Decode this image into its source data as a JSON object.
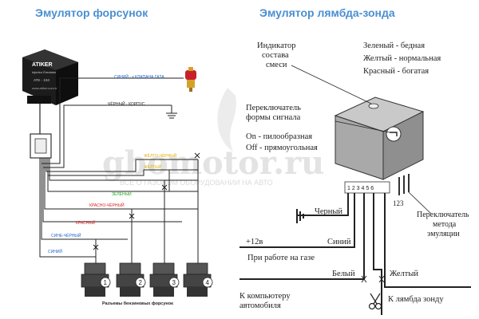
{
  "titles": {
    "left": "Эмулятор форсунок",
    "right": "Эмулятор лямбда-зонда"
  },
  "injector_emulator": {
    "device_brand": "ATIKER",
    "device_text": "Injector Emulator",
    "device_model": "ATK - 104",
    "device_site": "www.atiker.com.tr",
    "wires": {
      "blue_valve": "СИНИЙ - к КЛАПАНА ГАЗА",
      "black_ground": "ЧЁРНЫЙ - КОРПУС",
      "yellow_black": "ЖЁЛТО-ЧЁРНЫЙ",
      "yellow": "ЖЁЛТЫЙ",
      "green": "ЗЕЛЕНЫЙ",
      "red_black": "КРАСНО-ЧЁРНЫЙ",
      "red": "КРАСНЫЙ",
      "blue_black": "СИНЕ-ЧЁРНЫЙ",
      "blue": "СИНИЙ"
    },
    "injector_numbers": [
      "1",
      "2",
      "3",
      "4"
    ],
    "caption": "Разъемы бензиновых форсунок"
  },
  "lambda_emulator": {
    "indicator_label": "Индикатор\nсостава\nсмеси",
    "legend": {
      "green": "Зеленый - бедная",
      "yellow": "Желтый  - нормальная",
      "red": "Красный - богатая"
    },
    "switch_signal_label": "Переключатель\nформы сигнала",
    "on_label": "On - пилообразная",
    "off_label": "Off - прямоугольная",
    "pin_numbers": "1 2 3 4 5 6",
    "mode_numbers": "123",
    "mode_switch_label": "Переключатель\nметода\nэмуляции",
    "black_label": "Черный",
    "plus12_label": "+12в",
    "blue_label": "Синий",
    "gas_label": "При работе на газе",
    "white_label": "Белый",
    "yellow_label": "Желтый",
    "computer_label": "К компьютеру\nавтомобиля",
    "lambda_label": "К лямбда зонду"
  },
  "watermark": {
    "site": "gbomotor.ru",
    "subtitle": "ВСЁ О ГАЗОВОМ ОБОРУДОВАНИИ НА АВТО"
  },
  "colors": {
    "title_blue": "#4a8fd0",
    "wire_blue": "#2266cc",
    "wire_yellow": "#e0b000",
    "wire_green": "#22aa22",
    "wire_red": "#dd2222"
  }
}
